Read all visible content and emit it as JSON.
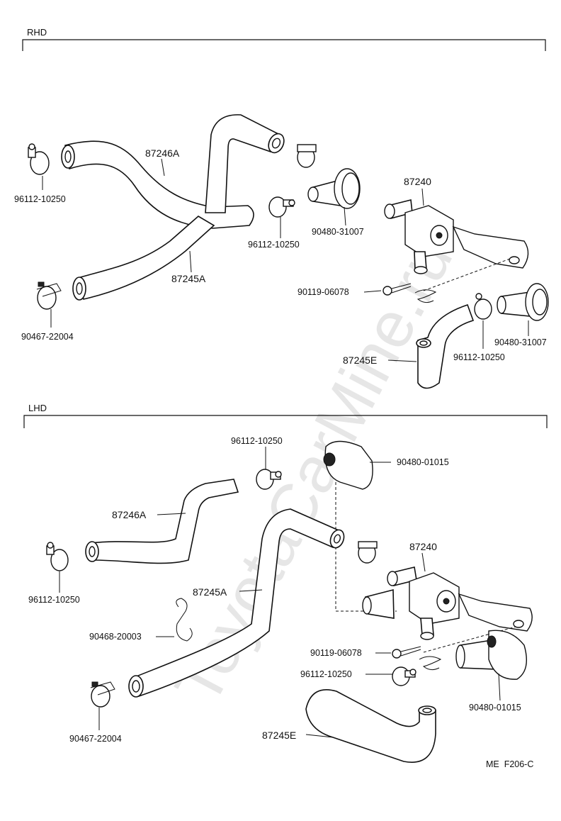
{
  "watermark": "ToyotaCarMine.ru",
  "sections": {
    "rhd": "RHD",
    "lhd": "LHD"
  },
  "rhd_labels": {
    "hose_87246a": "87246A",
    "hose_87245a": "87245A",
    "valve_87240": "87240",
    "hose_87245e": "87245E",
    "clamp_left": "96112-10250",
    "clamp_mid": "96112-10250",
    "clamp_right": "96112-10250",
    "grommet_top": "90480-31007",
    "grommet_right": "90480-31007",
    "screw": "90119-06078",
    "clip": "90467-22004"
  },
  "lhd_labels": {
    "clamp_top": "96112-10250",
    "grommet_top": "90480-01015",
    "hose_87246a": "87246A",
    "valve_87240": "87240",
    "clamp_left": "96112-10250",
    "hose_87245a": "87245A",
    "wire_clip": "90468-20003",
    "screw": "90119-06078",
    "clamp_lower": "96112-10250",
    "grommet_right": "90480-01015",
    "clip": "90467-22004",
    "hose_87245e": "87245E"
  },
  "footer_code": "ME  F206-C"
}
